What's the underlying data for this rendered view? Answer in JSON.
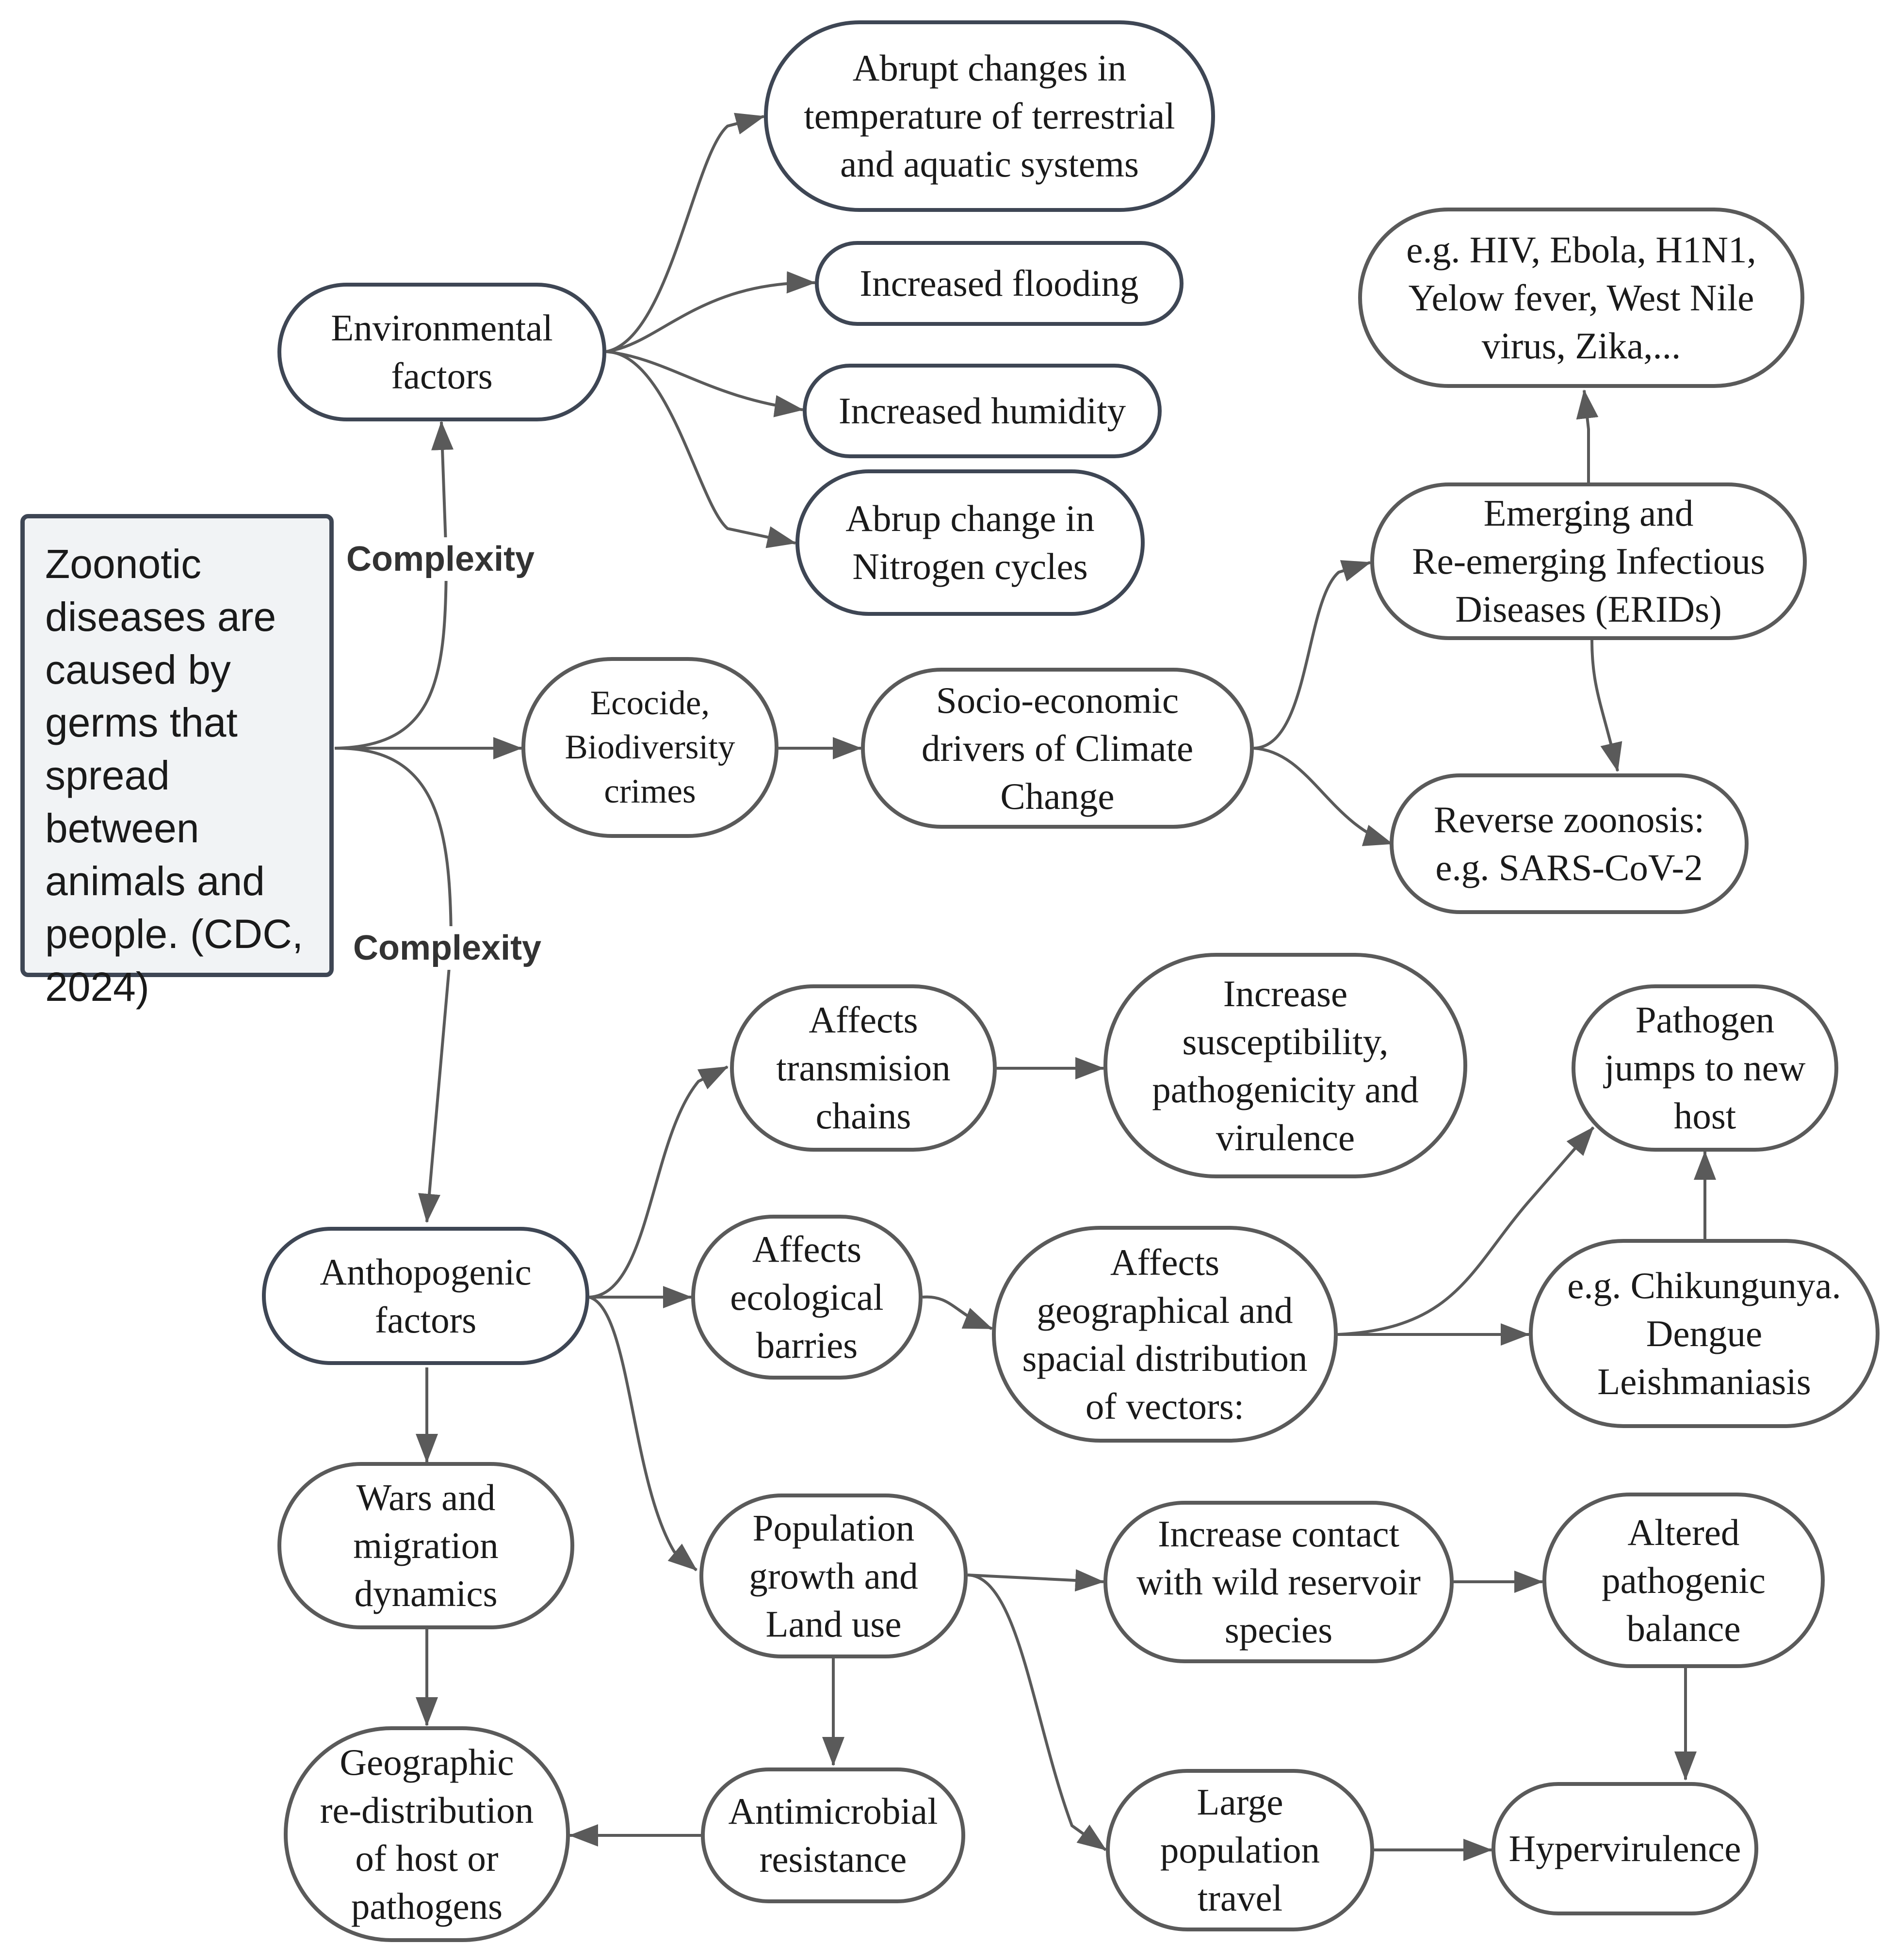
{
  "root": {
    "text": "Zoonotic\ndiseases are\ncaused by\ngerms that\nspread between\nanimals and\npeople. (CDC,\n2024)"
  },
  "edge_labels": {
    "complexity_top": "Complexity",
    "complexity_bottom": "Complexity"
  },
  "nodes": {
    "environmental": "Environmental\nfactors",
    "abrupt_temperature": "Abrupt changes in\ntemperature of terrestrial\nand aquatic systems",
    "increased_flooding": "Increased flooding",
    "increased_humidity": "Increased humidity",
    "nitrogen_cycles": "Abrup change in\nNitrogen cycles",
    "ecocide": "Ecocide,\nBiodiversity\ncrimes",
    "socio_economic": "Socio-economic\ndrivers of Climate\nChange",
    "erids_examples": "e.g. HIV, Ebola, H1N1,\nYelow fever, West Nile\nvirus, Zika,...",
    "erids": "Emerging and\nRe-emerging Infectious\nDiseases (ERIDs)",
    "reverse_zoonosis": "Reverse zoonosis:\ne.g. SARS-CoV-2",
    "anthropogenic": "Anthopogenic\nfactors",
    "transmission_chains": "Affects\ntransmision\nchains",
    "susceptibility": "Increase\nsusceptibility,\npathogenicity and\nvirulence",
    "pathogen_jumps": "Pathogen\njumps to new\nhost",
    "ecological_barries": "Affects\necological\nbarries",
    "vector_distribution": "Affects\ngeographical and\nspacial distribution\nof vectors:",
    "vector_examples": "e.g. Chikungunya.\nDengue\nLeishmaniasis",
    "wars_migration": "Wars and\nmigration\ndynamics",
    "population_growth": "Population\ngrowth and\nLand use",
    "wild_reservoir": "Increase contact\nwith wild reservoir\nspecies",
    "altered_balance": "Altered\npathogenic\nbalance",
    "geographic_redistribution": "Geographic\nre-distribution\nof host or\npathogens",
    "antimicrobial": "Antimicrobial\nresistance",
    "population_travel": "Large\npopulation\ntravel",
    "hypervirulence": "Hypervirulence"
  },
  "colors": {
    "edge": "#5a5a5a",
    "border_dark": "#3e4654",
    "border_grey": "#5a5a5a",
    "root_fill": "#f1f3f5"
  }
}
